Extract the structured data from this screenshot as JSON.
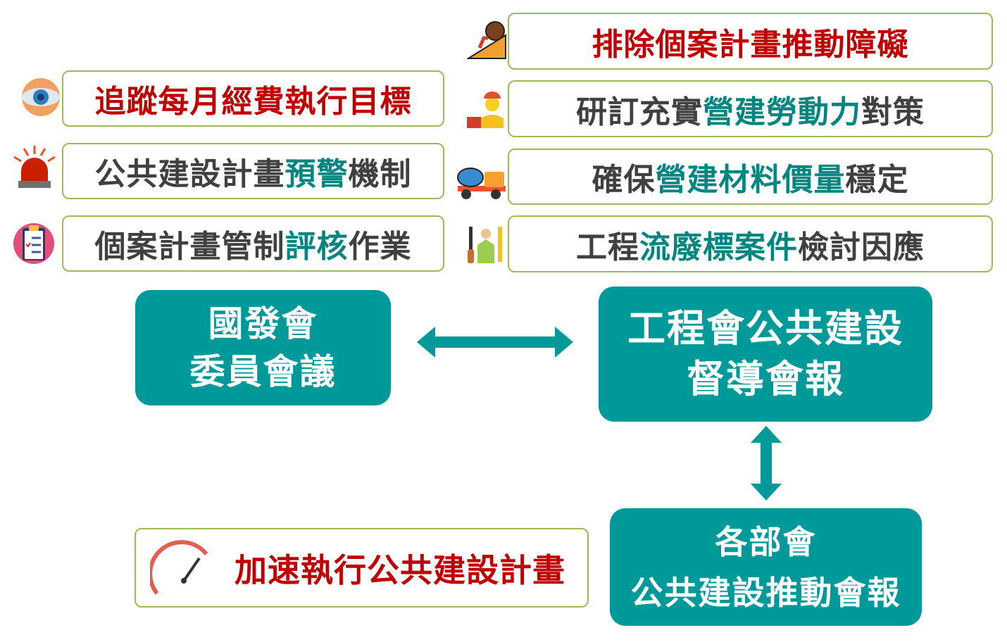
{
  "left_items": [
    {
      "segments": [
        {
          "text": "追蹤每月經費執行目標",
          "color": "red"
        }
      ],
      "icon": "eye-icon"
    },
    {
      "segments": [
        {
          "text": "公共建設計畫",
          "color": "gray"
        },
        {
          "text": "預警",
          "color": "teal"
        },
        {
          "text": "機制",
          "color": "gray"
        }
      ],
      "icon": "siren-icon"
    },
    {
      "segments": [
        {
          "text": "個案計畫管制",
          "color": "gray"
        },
        {
          "text": "評核",
          "color": "teal"
        },
        {
          "text": "作業",
          "color": "gray"
        }
      ],
      "icon": "clipboard-checklist-icon"
    }
  ],
  "right_items": [
    {
      "segments": [
        {
          "text": "排除個案計畫推動障礙",
          "color": "red"
        }
      ],
      "icon": "push-boulder-icon"
    },
    {
      "segments": [
        {
          "text": "研訂充實",
          "color": "gray"
        },
        {
          "text": "營建勞動力",
          "color": "teal"
        },
        {
          "text": "對策",
          "color": "gray"
        }
      ],
      "icon": "construction-worker-icon"
    },
    {
      "segments": [
        {
          "text": "確保",
          "color": "gray"
        },
        {
          "text": "營建材料價量",
          "color": "teal"
        },
        {
          "text": "穩定",
          "color": "gray"
        }
      ],
      "icon": "cement-truck-icon"
    },
    {
      "segments": [
        {
          "text": "工程",
          "color": "gray"
        },
        {
          "text": "流廢標案件",
          "color": "teal"
        },
        {
          "text": "檢討因應",
          "color": "gray"
        }
      ],
      "icon": "engineer-tools-icon"
    }
  ],
  "ndc_box": {
    "line1": "國發會",
    "line2": "委員會議"
  },
  "pcc_box": {
    "line1": "工程會公共建設",
    "line2": "督導會報"
  },
  "ministry_box": {
    "line1": "各部會",
    "line2": "公共建設推動會報"
  },
  "goal": {
    "text": "加速執行公共建設計畫",
    "icon": "speedometer-icon"
  },
  "colors": {
    "teal_box": "#009999",
    "red": "#c00000",
    "teal_text": "#00857f",
    "border": "#9bbb59"
  }
}
